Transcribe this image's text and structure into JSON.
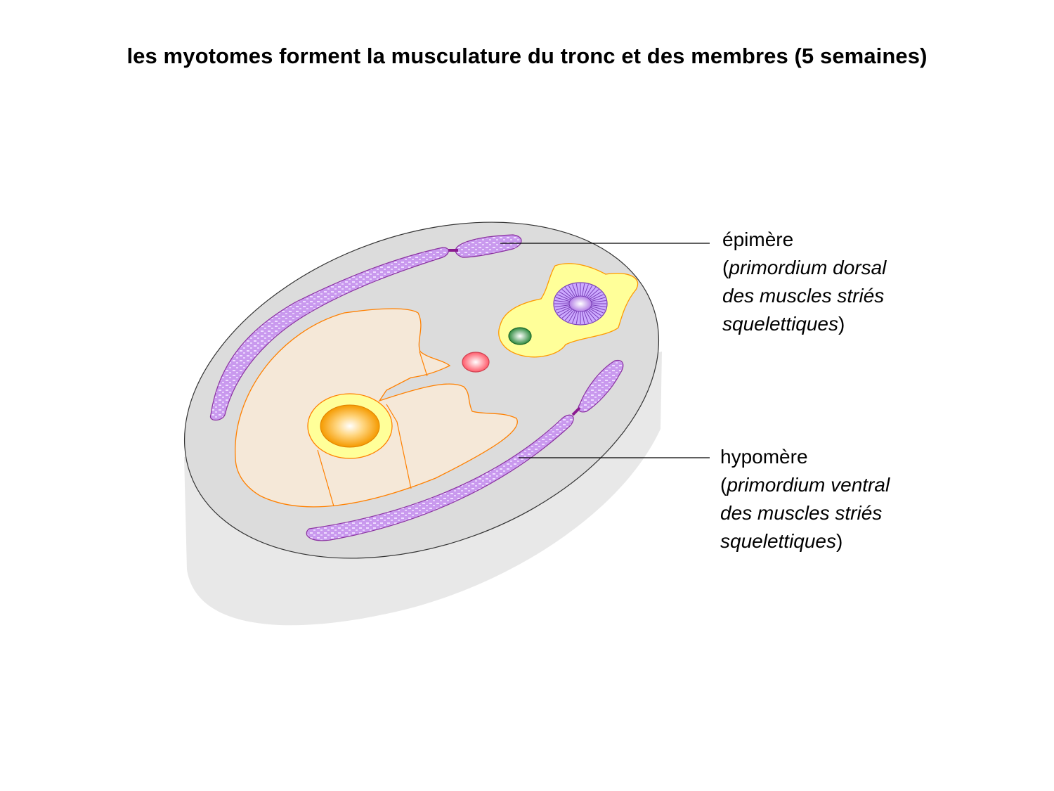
{
  "title": "les myotomes forment la musculature du tronc et des membres (5 semaines)",
  "labels": {
    "epimere": {
      "term": "épimère",
      "open": "(",
      "line1": "primordium dorsal",
      "line2": "des muscles striés",
      "line3": "squelettiques",
      "close": ")"
    },
    "hypomere": {
      "term": "hypomère",
      "open": "(",
      "line1": "primordium ventral",
      "line2": "des muscles striés",
      "line3": "squelettiques",
      "close": ")"
    }
  },
  "colors": {
    "body_section": "#dcdcdc",
    "body_shadow": "#e8e8e8",
    "myotome": "#cc99ee",
    "neural_tissue": "#ffff99",
    "gut_cavity": "#f5e8d8",
    "outline_orange": "#ff8000"
  }
}
